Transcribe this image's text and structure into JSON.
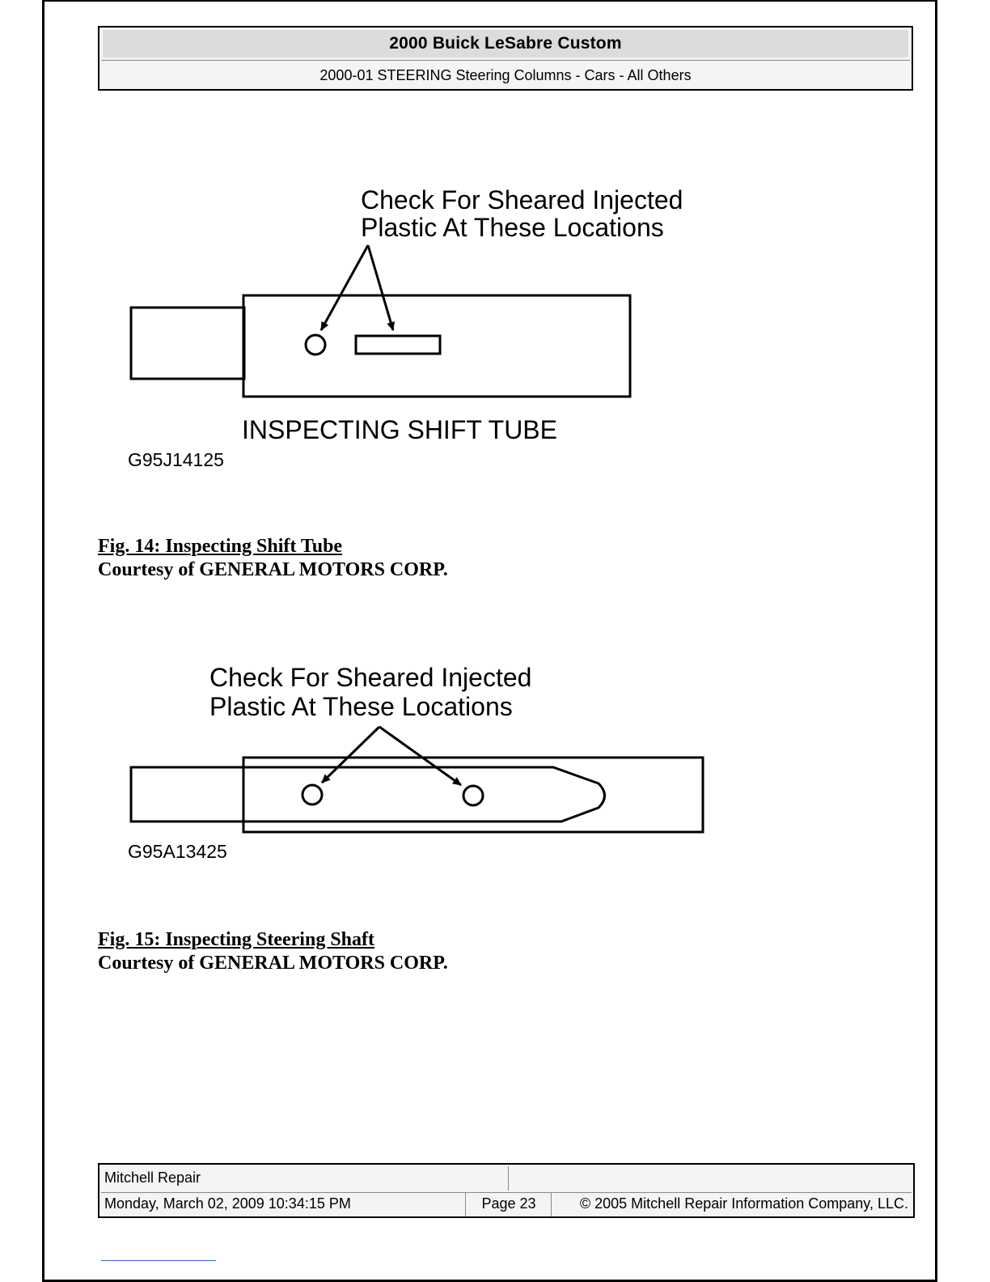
{
  "header": {
    "title": "2000 Buick LeSabre Custom",
    "subtitle": "2000-01 STEERING Steering Columns - Cars - All Others"
  },
  "figures": [
    {
      "callout_line1": "Check For Sheared Injected",
      "callout_line2": "Plastic At These Locations",
      "diagram_label": "INSPECTING SHIFT TUBE",
      "image_code": "G95J14125",
      "caption": "Fig. 14: Inspecting Shift Tube",
      "courtesy": "Courtesy of GENERAL MOTORS CORP."
    },
    {
      "callout_line1": "Check For Sheared Injected",
      "callout_line2": "Plastic At These Locations",
      "image_code": "G95A13425",
      "caption": "Fig. 15: Inspecting Steering Shaft",
      "courtesy": "Courtesy of GENERAL MOTORS CORP."
    }
  ],
  "footer": {
    "source": "Mitchell Repair",
    "timestamp": "Monday, March 02, 2009 10:34:15 PM",
    "page": "Page 23",
    "copyright": "© 2005 Mitchell Repair Information Company, LLC."
  }
}
